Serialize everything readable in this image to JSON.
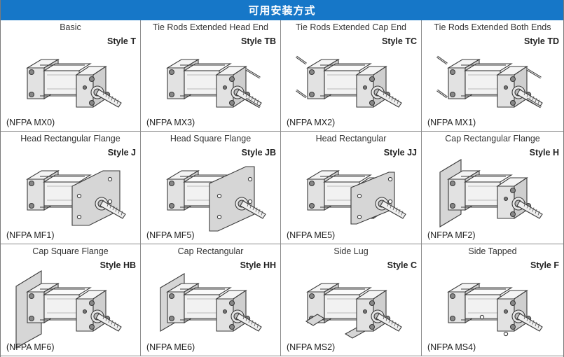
{
  "header": {
    "title": "可用安装方式"
  },
  "styles": [
    {
      "title": "Basic",
      "style": "Style T",
      "code": "(NFPA MX0)",
      "icon": "cylinder-basic-icon"
    },
    {
      "title": "Tie Rods Extended Head End",
      "style": "Style TB",
      "code": "(NFPA MX3)",
      "icon": "cylinder-tie-rods-head-icon"
    },
    {
      "title": "Tie Rods Extended Cap End",
      "style": "Style TC",
      "code": "(NFPA MX2)",
      "icon": "cylinder-tie-rods-cap-icon"
    },
    {
      "title": "Tie Rods Extended Both Ends",
      "style": "Style TD",
      "code": "(NFPA MX1)",
      "icon": "cylinder-tie-rods-both-icon"
    },
    {
      "title": "Head Rectangular Flange",
      "style": "Style J",
      "code": "(NFPA MF1)",
      "icon": "cylinder-head-rect-flange-icon"
    },
    {
      "title": "Head Square Flange",
      "style": "Style JB",
      "code": "(NFPA MF5)",
      "icon": "cylinder-head-square-flange-icon"
    },
    {
      "title": "Head Rectangular",
      "style": "Style JJ",
      "code": "(NFPA ME5)",
      "icon": "cylinder-head-rect-icon"
    },
    {
      "title": "Cap Rectangular Flange",
      "style": "Style H",
      "code": "(NFPA MF2)",
      "icon": "cylinder-cap-rect-flange-icon"
    },
    {
      "title": "Cap Square Flange",
      "style": "Style HB",
      "code": "(NFPA MF6)",
      "icon": "cylinder-cap-square-flange-icon"
    },
    {
      "title": "Cap Rectangular",
      "style": "Style HH",
      "code": "(NFPA ME6)",
      "icon": "cylinder-cap-rect-icon"
    },
    {
      "title": "Side Lug",
      "style": "Style C",
      "code": "(NFPA MS2)",
      "icon": "cylinder-side-lug-icon"
    },
    {
      "title": "Side Tapped",
      "style": "Style F",
      "code": "(NFPA MS4)",
      "icon": "cylinder-side-tapped-icon"
    }
  ]
}
